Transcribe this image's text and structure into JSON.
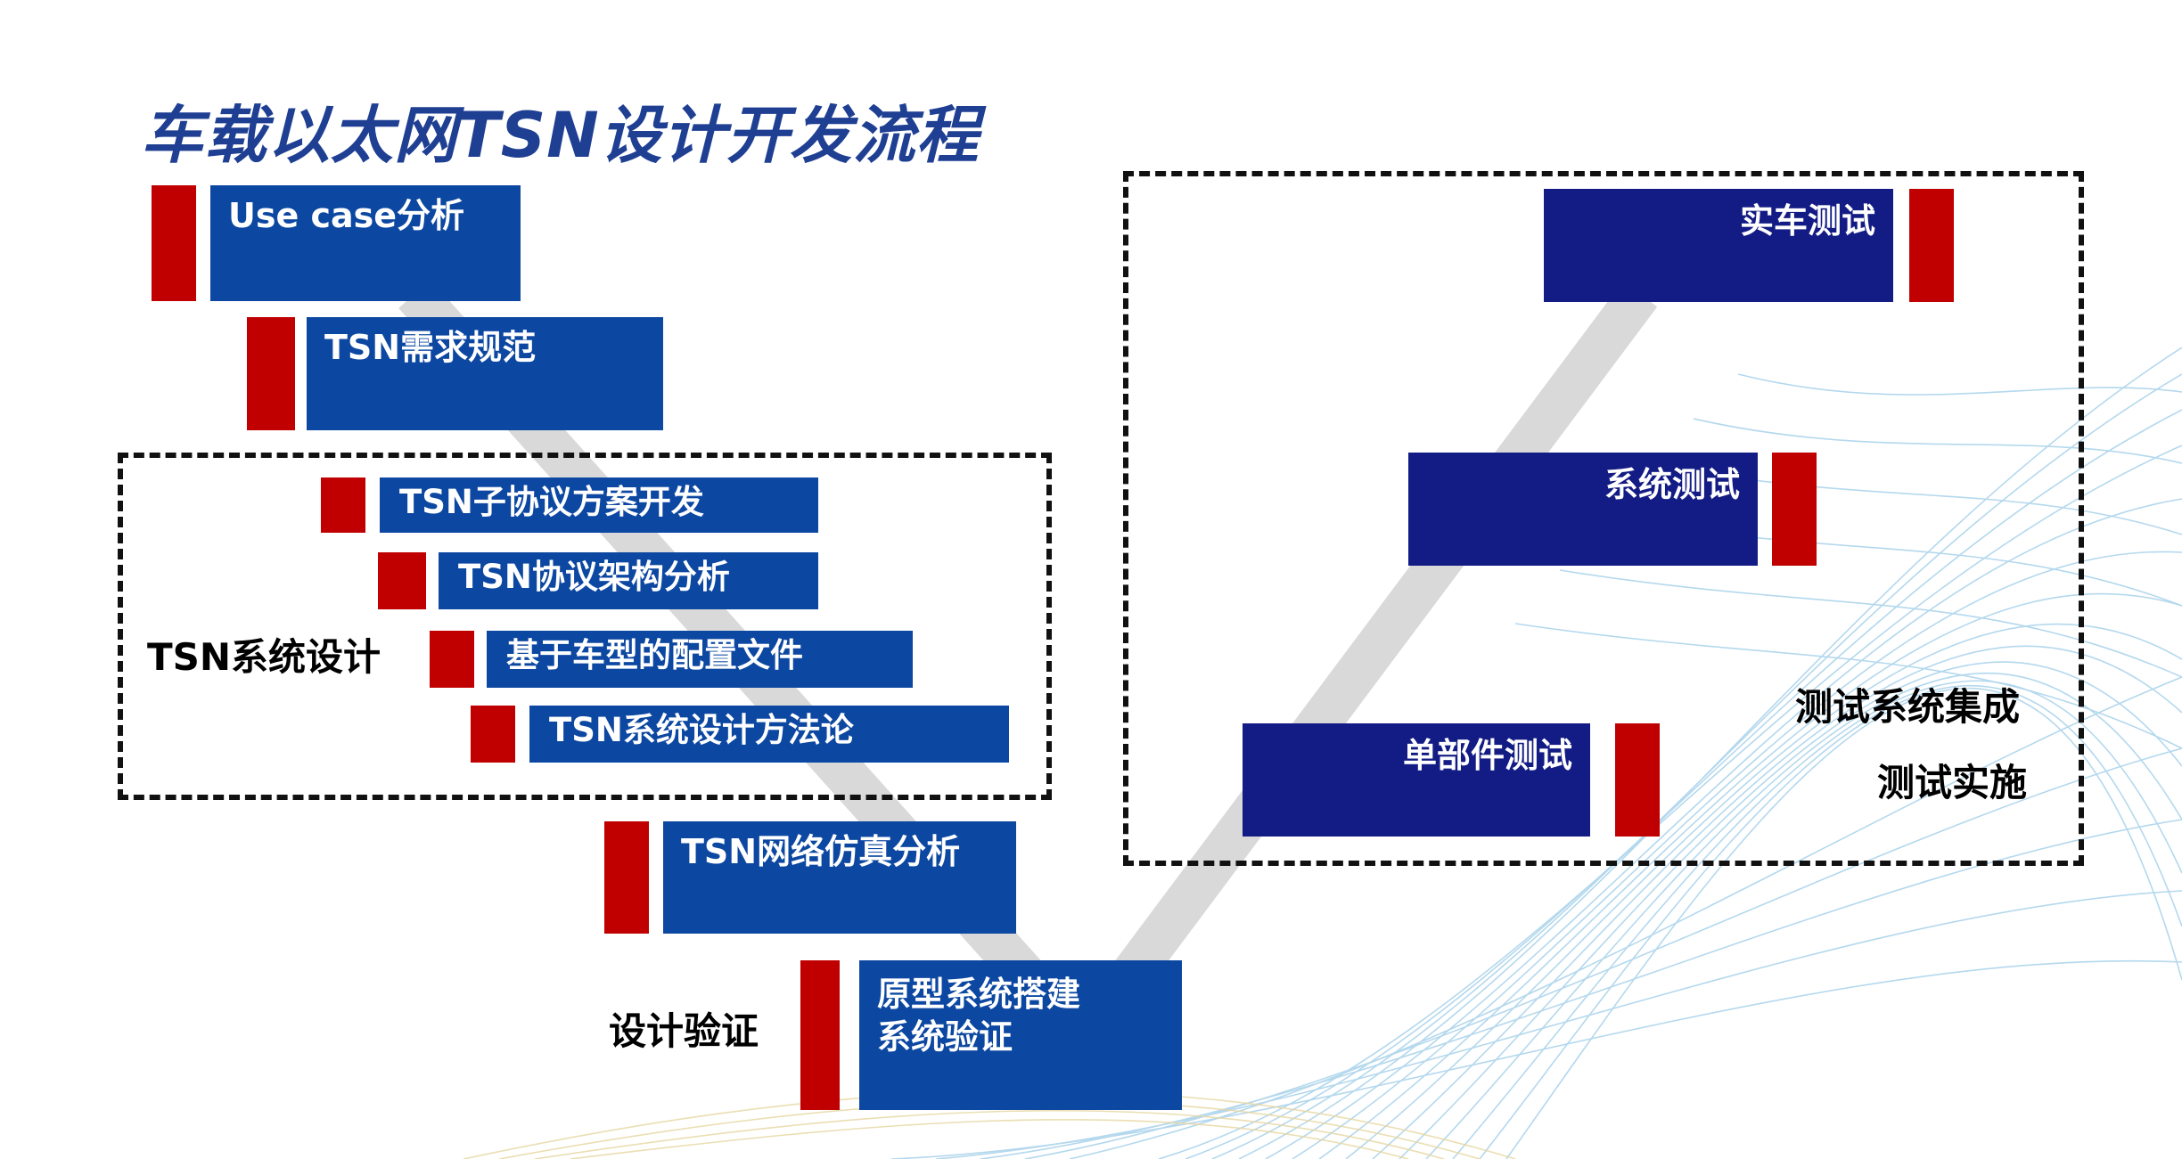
{
  "title": "车载以太网TSN设计开发流程",
  "design_side": {
    "use_case": "Use case分析",
    "requirements": "TSN需求规范",
    "system_design_group": {
      "label": "TSN系统设计",
      "items": [
        "TSN子协议方案开发",
        "TSN协议架构分析",
        "基于车型的配置文件",
        "TSN系统设计方法论"
      ]
    },
    "network_simulation": "TSN网络仿真分析",
    "design_verification_label": "设计验证",
    "prototype": {
      "line1": "原型系统搭建",
      "line2": "系统验证"
    }
  },
  "test_side": {
    "vehicle_test": "实车测试",
    "system_test": "系统测试",
    "component_test": "单部件测试",
    "group_label_1": "测试系统集成",
    "group_label_2": "测试实施"
  },
  "colors": {
    "blue_box": "#0c47a1",
    "navy_box": "#131c84",
    "red_marker": "#c00000",
    "title": "#1f3f93",
    "v_path": "#d9d9d9"
  }
}
